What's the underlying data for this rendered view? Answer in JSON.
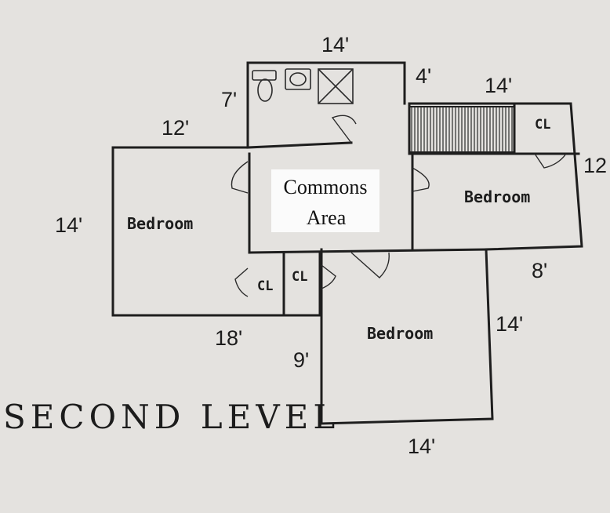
{
  "plan": {
    "title": "SECOND LEVEL",
    "rooms": {
      "commons_line1": "Commons",
      "commons_line2": "Area",
      "bedroom_left": "Bedroom",
      "bedroom_right": "Bedroom",
      "bedroom_bottom": "Bedroom",
      "closet_top_right": "CL",
      "closet_center_left": "CL",
      "closet_center_right": "CL"
    },
    "dimensions": {
      "top_width": "14'",
      "bath_height": "7'",
      "left_top": "12'",
      "stair_offset": "4'",
      "right_top": "14'",
      "right_height": "12",
      "left_height": "14'",
      "left_bottom": "18'",
      "bottom_left_height": "9'",
      "bottom_right_offset": "8'",
      "bottom_height": "14'",
      "bottom_width": "14'"
    },
    "fixtures": [
      "toilet-icon",
      "sink-icon",
      "shower-icon",
      "stairs"
    ]
  }
}
